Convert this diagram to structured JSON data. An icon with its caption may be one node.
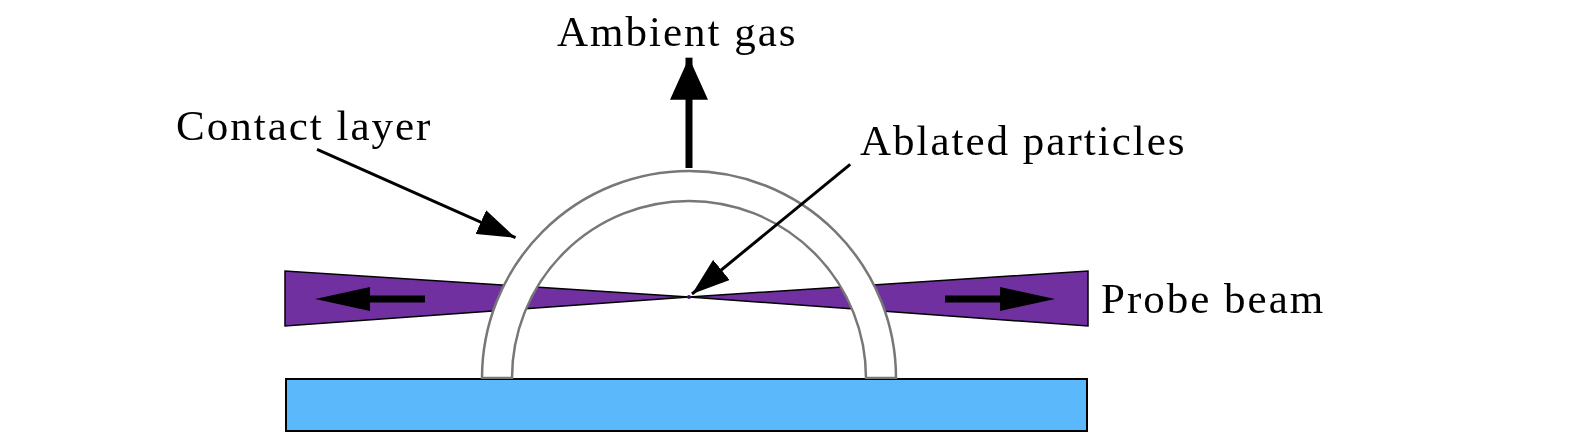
{
  "diagram": {
    "nodes": [
      {
        "text": [
          "Ambient gas"
        ]
      },
      {
        "text": [
          "Contact layer"
        ]
      },
      {
        "text": [
          "Ablated particles"
        ]
      },
      {
        "text": [],
        "shape": "dome"
      },
      {
        "text": [],
        "shape": "bar"
      },
      {
        "text": [],
        "shape": "dot"
      }
    ],
    "edges": [
      {
        "from": 3,
        "to": 0,
        "arrow": "to",
        "style": "thick"
      },
      {
        "from": 1,
        "to": 3,
        "arrow": "to"
      },
      {
        "from": 2,
        "to": 5,
        "arrow": "to"
      }
    ],
    "labels": [
      "Probe beam"
    ]
  }
}
